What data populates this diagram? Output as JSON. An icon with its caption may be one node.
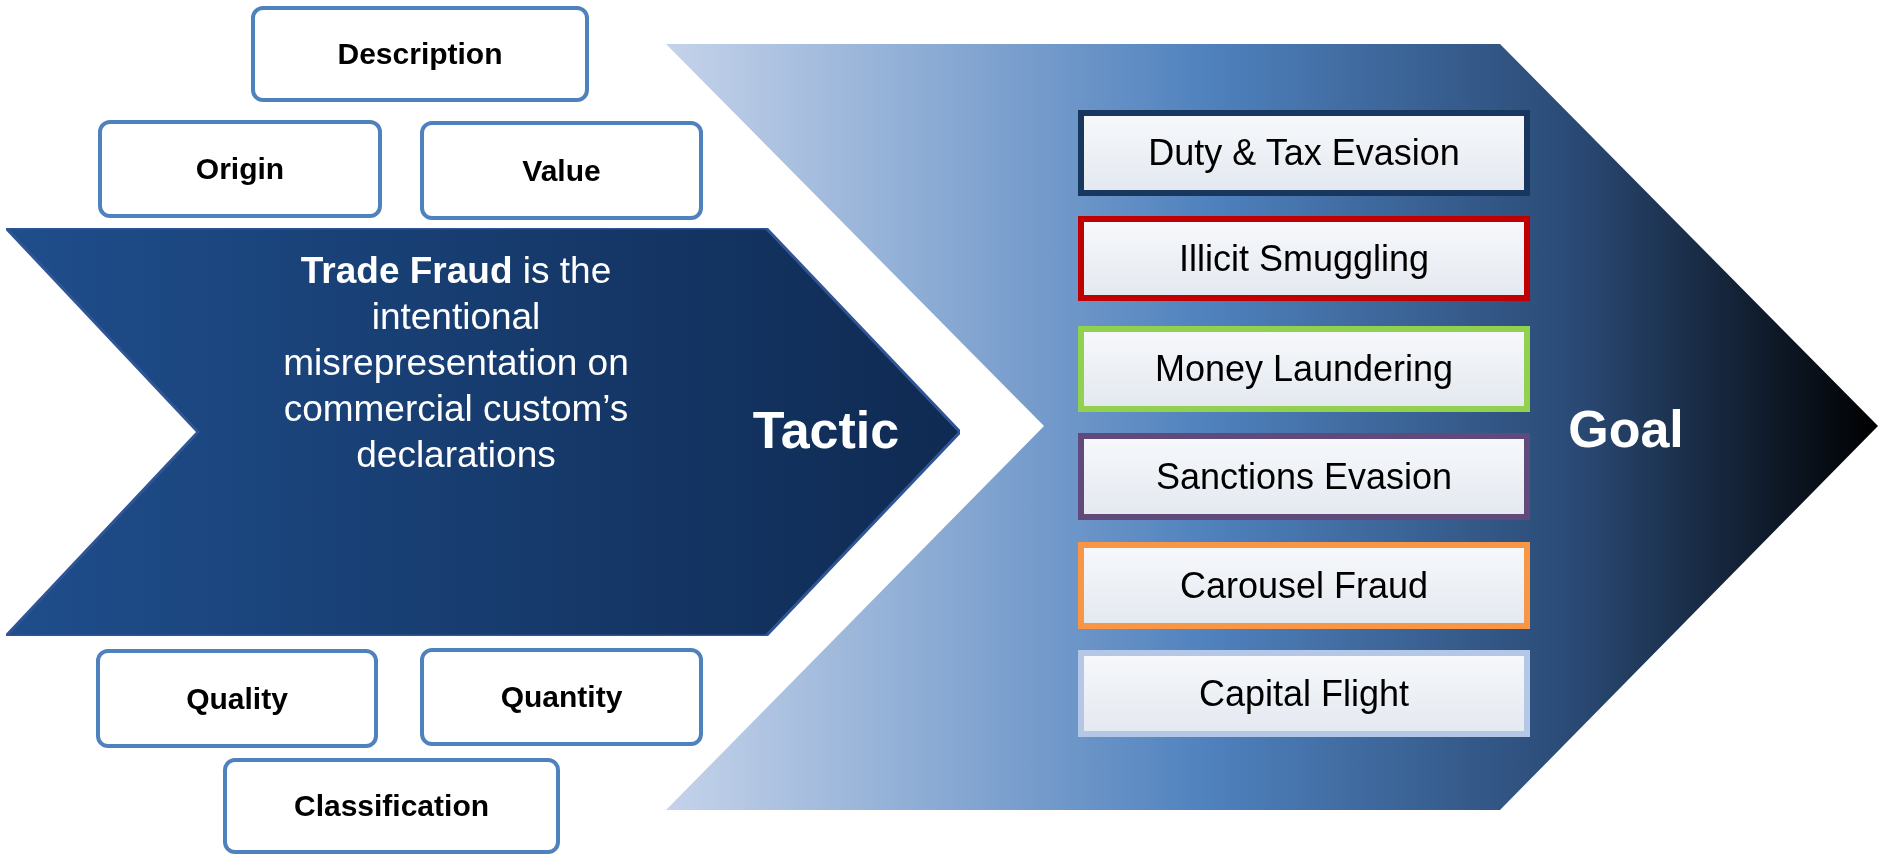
{
  "diagram": {
    "nodes": [
      {
        "text": [
          "Description"
        ]
      },
      {
        "text": [
          "Origin"
        ]
      },
      {
        "text": [
          "Value"
        ]
      },
      {
        "text": [
          "**Trade Fraud** is the intentional misrepresentation on commercial custom’s declarations",
          "Tactic"
        ]
      },
      {
        "text": [
          "Goal"
        ]
      },
      {
        "text": [
          "Duty & Tax Evasion"
        ],
        "in": 4
      },
      {
        "text": [
          "Illicit Smuggling"
        ],
        "in": 4
      },
      {
        "text": [
          "Money Laundering"
        ],
        "in": 4
      },
      {
        "text": [
          "Sanctions Evasion"
        ],
        "in": 4
      },
      {
        "text": [
          "Carousel Fraud"
        ],
        "in": 4
      },
      {
        "text": [
          "Capital Flight"
        ],
        "in": 4
      },
      {
        "text": [
          "Quality"
        ]
      },
      {
        "text": [
          "Quantity"
        ]
      },
      {
        "text": [
          "Classification"
        ]
      }
    ]
  }
}
